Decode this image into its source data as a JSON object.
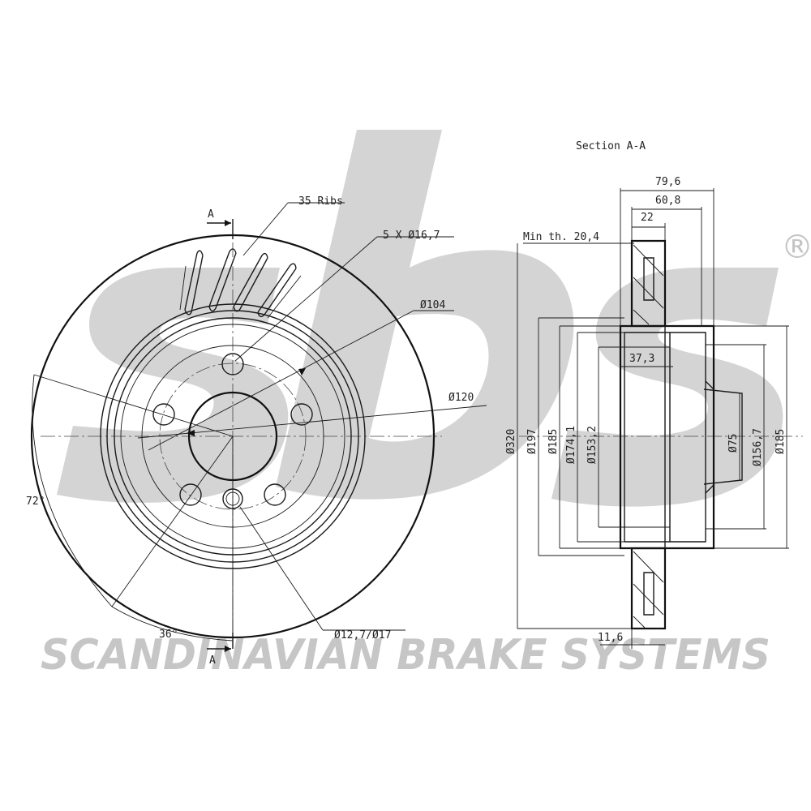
{
  "watermark": {
    "logo_text": "sbs",
    "registered_mark": "®",
    "brand_line": "SCANDINAVIAN BRAKE SYSTEMS",
    "logo_color": "#d2d2d2",
    "brand_color": "#c8c8c8"
  },
  "front_view": {
    "section_marker_top": "A",
    "section_marker_bottom": "A",
    "ribs_label": "35 Ribs",
    "bolt_holes_label": "5 X Ø16,7",
    "pcd_label": "Ø104",
    "hub_diameter_label": "Ø120",
    "angle_72_label": "72°",
    "angle_36_label": "36°",
    "locator_hole_label": "Ø12,7/Ø17"
  },
  "section_view": {
    "title": "Section A-A",
    "overall_width_label": "79,6",
    "hat_width_label": "60,8",
    "disc_thickness_label": "22",
    "min_thickness_label": "Min th. 20,4",
    "hat_depth_label": "37,3",
    "friction_ring_offset_label": "11,6",
    "diameters_left": [
      "Ø320",
      "Ø197",
      "Ø185",
      "Ø174,1",
      "Ø153,2"
    ],
    "diameters_right": [
      "Ø75",
      "Ø156,7",
      "Ø185"
    ]
  }
}
